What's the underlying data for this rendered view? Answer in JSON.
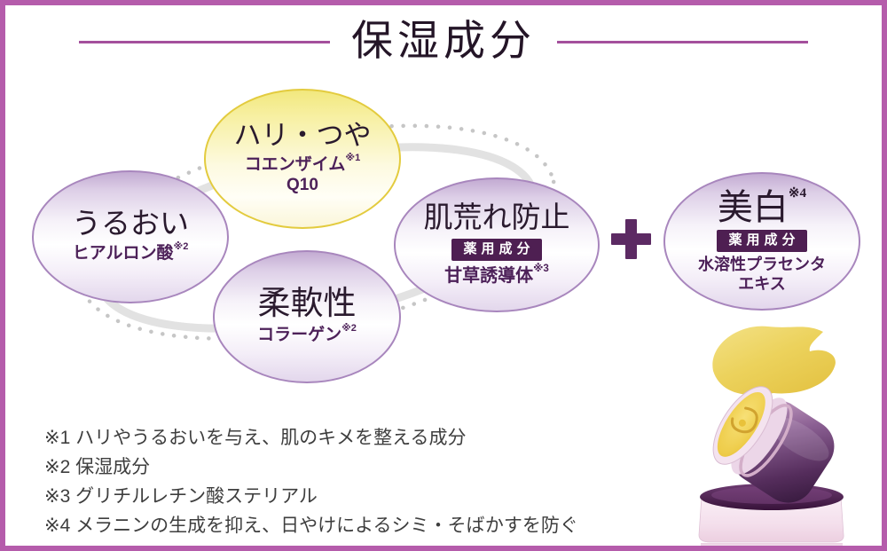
{
  "title": {
    "text": "保湿成分"
  },
  "bubbles": [
    {
      "label": "ハリ・つや",
      "ingredient": "コエンザイム",
      "note": "※1",
      "ingredient2": "Q10",
      "theme": "yellow"
    },
    {
      "label": "うるおい",
      "ingredient": "ヒアルロン酸",
      "note": "※2",
      "theme": "purple"
    },
    {
      "label": "柔軟性",
      "ingredient": "コラーゲン",
      "note": "※2",
      "theme": "purple"
    },
    {
      "label": "肌荒れ防止",
      "badge": "薬用成分",
      "ingredient": "甘草誘導体",
      "note": "※3",
      "theme": "purple"
    },
    {
      "label": "美白",
      "label_note": "※4",
      "badge": "薬用成分",
      "ingredient": "水溶性プラセンタ",
      "ingredient2": "エキス",
      "theme": "purple"
    }
  ],
  "icons": {
    "plus": "+"
  },
  "footnotes": [
    "※1 ハリやうるおいを与え、肌のキメを整える成分",
    "※2 保湿成分",
    "※3 グリチルレチン酸ステリアル",
    "※4 メラニンの生成を抑え、日やけによるシミ・そばかすを防ぐ"
  ],
  "colors": {
    "frame": "#b55cab",
    "title_line": "#a4509c",
    "accent_purple": "#5c2a63",
    "badge_bg": "#4e1f52",
    "bubble_purple_border": "#a886bd",
    "bubble_yellow_border": "#e3cb3e",
    "ingredient_text": "#4d2159",
    "cream_yellow": "#ecd25c"
  }
}
